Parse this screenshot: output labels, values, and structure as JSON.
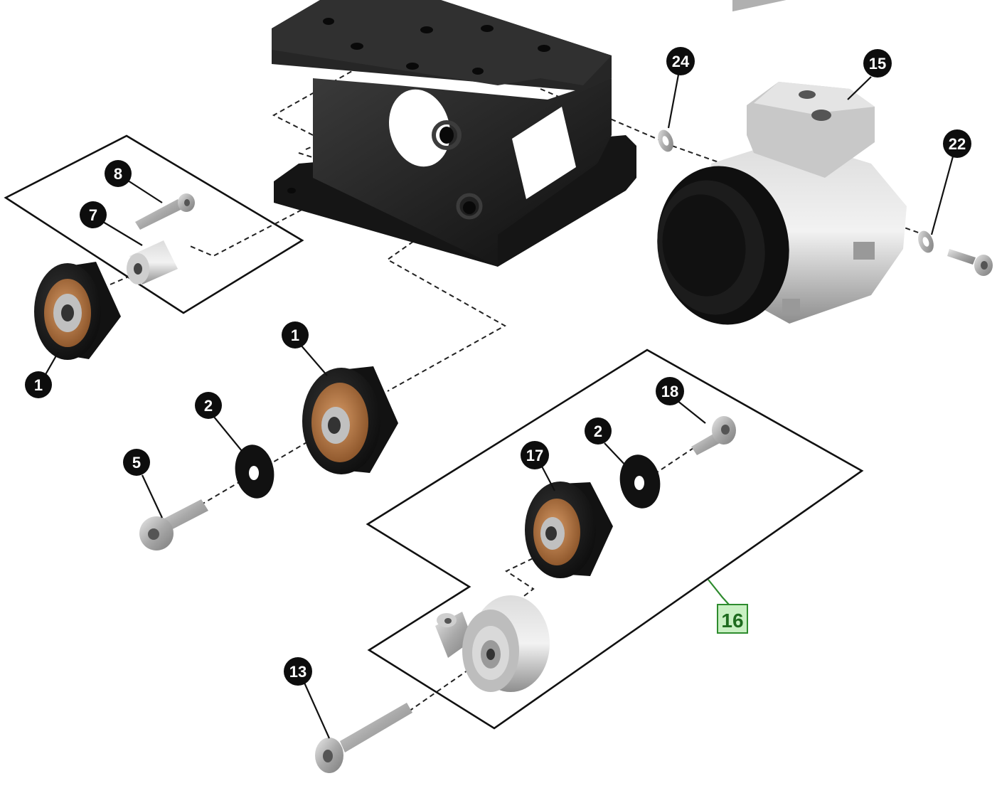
{
  "colors": {
    "callout_fill": "#0d0d0d",
    "callout_text": "#ffffff",
    "assembly_fill": "#c9f0c3",
    "assembly_stroke": "#2e8b2e",
    "assembly_text": "#1e6b1e",
    "cast_iron": "#1a1a1a",
    "steel": "#b8b8b8",
    "rubber": "#141414",
    "bronze": "#b0703e"
  },
  "callouts": [
    {
      "id": "c8",
      "label": "8"
    },
    {
      "id": "c7",
      "label": "7"
    },
    {
      "id": "c1a",
      "label": "1"
    },
    {
      "id": "c1b",
      "label": "1"
    },
    {
      "id": "c2a",
      "label": "2"
    },
    {
      "id": "c5",
      "label": "5"
    },
    {
      "id": "c24",
      "label": "24"
    },
    {
      "id": "c15",
      "label": "15"
    },
    {
      "id": "c22",
      "label": "22"
    },
    {
      "id": "c18",
      "label": "18"
    },
    {
      "id": "c2b",
      "label": "2"
    },
    {
      "id": "c17",
      "label": "17"
    },
    {
      "id": "c13",
      "label": "13"
    }
  ],
  "assembly_label": "16"
}
